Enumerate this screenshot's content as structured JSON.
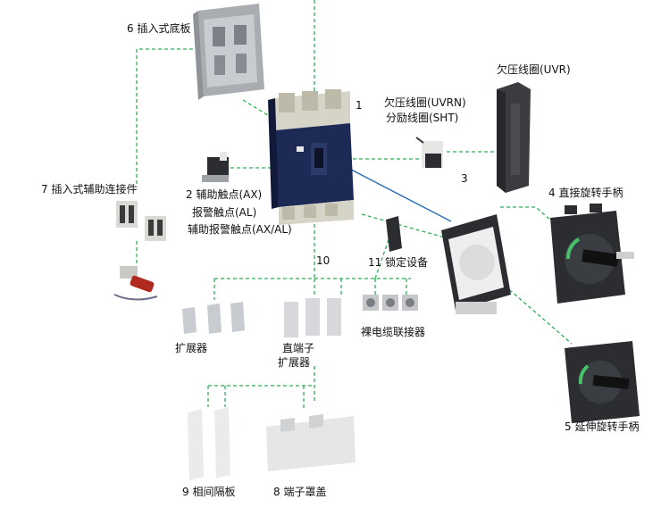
{
  "labels": {
    "base_plate": "6 插入式底板",
    "undervoltage_coil": "欠压线圈(UVR)",
    "undervoltage_coil_uvrn": "欠压线圈(UVRN)",
    "shunt_coil": "分励线圈(SHT)",
    "breaker_number": "1",
    "coil_number": "3",
    "aux_connector": "7 插入式辅助连接件",
    "aux_contact": "2 辅助触点(AX)",
    "alarm_contact": "报警触点(AL)",
    "aux_alarm_contact": "辅助报警触点(AX/AL)",
    "direct_handle": "4 直接旋转手柄",
    "accessory_number": "10",
    "lock_device": "11 锁定设备",
    "extender": "扩展器",
    "straight_terminal_1": "直端子",
    "straight_terminal_2": "扩展器",
    "bare_cable_connector": "裸电缆联接器",
    "extended_handle": "5 延伸旋转手柄",
    "phase_barrier": "9 相间隔板",
    "terminal_cover": "8 端子罩盖"
  },
  "colors": {
    "connector_line": "#2fae57",
    "breaker_body": "#1d2a55",
    "breaker_top": "#d6d4c6",
    "metal": "#b8bcc0",
    "handle_dark": "#2b2d31",
    "accent_green": "#47c26a",
    "cable_red": "#b02a1f"
  },
  "icons": {
    "main_breaker": "circuit-breaker-icon",
    "base_plate": "plug-in-base-icon",
    "coil": "coil-module-icon",
    "handle": "rotary-handle-icon"
  }
}
